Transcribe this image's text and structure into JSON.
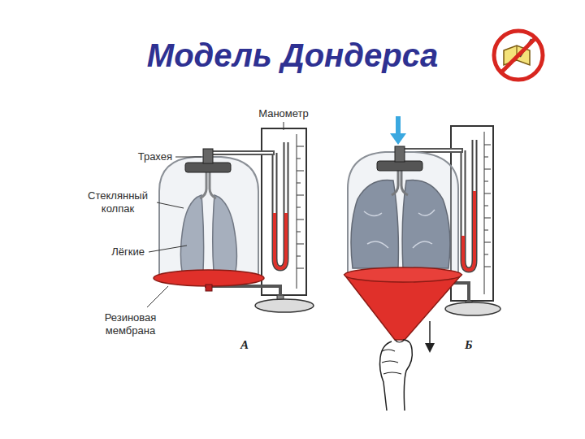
{
  "diagram": {
    "title": "Модель Дондерса",
    "labels": [
      "Манометр",
      "Трахея",
      "Стеклянный колпак",
      "Лёгкие",
      "Резиновая мембрана",
      "А",
      "Б"
    ]
  }
}
